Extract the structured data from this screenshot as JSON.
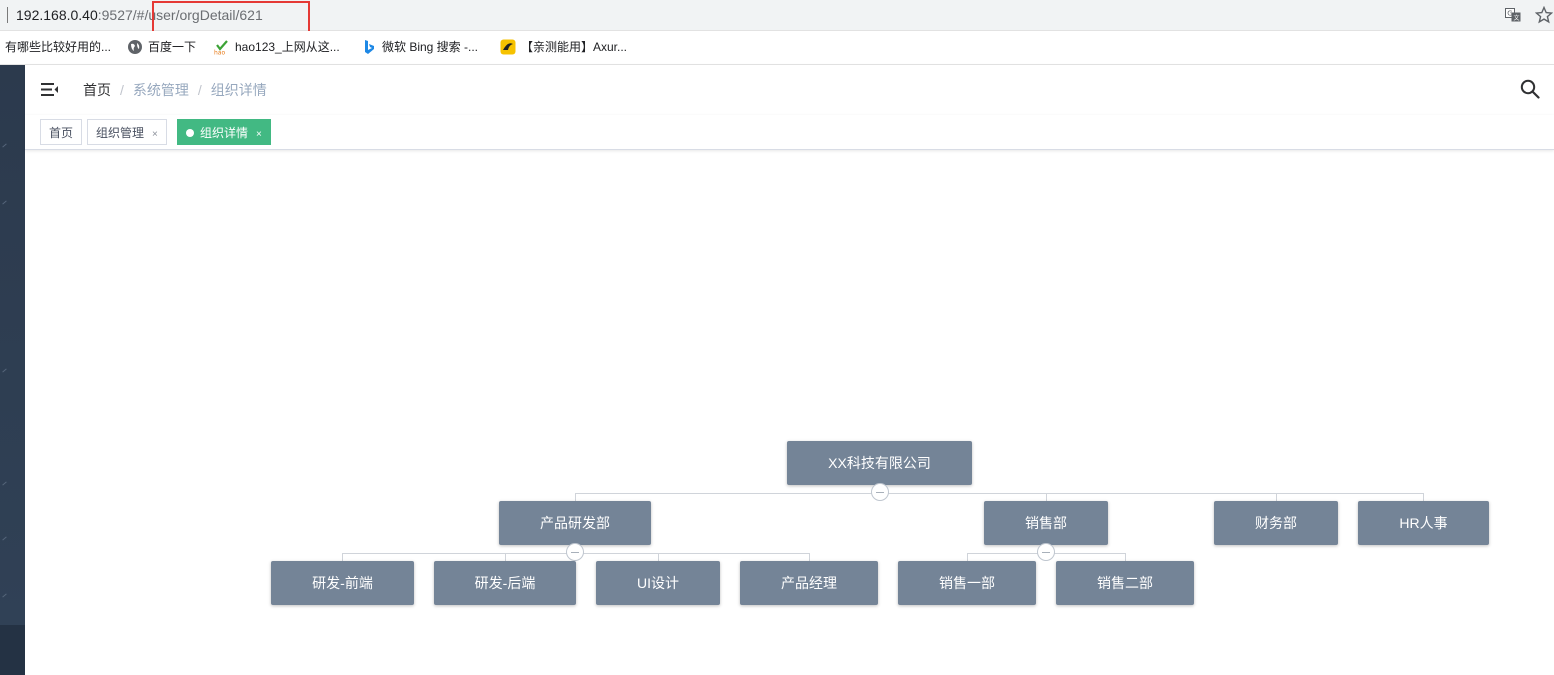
{
  "browser": {
    "url_host": "192.168.0.40",
    "url_rest": ":9527/#/user/orgDetail/621",
    "bookmarks": [
      {
        "label": "有哪些比较好用的...",
        "icon": "none"
      },
      {
        "label": "百度一下",
        "icon": "globe-icon"
      },
      {
        "label": "hao123_上网从这...",
        "icon": "hao123-icon"
      },
      {
        "label": "微软 Bing 搜索 -...",
        "icon": "bing-icon"
      },
      {
        "label": "【亲测能用】Axur...",
        "icon": "axure-icon"
      }
    ]
  },
  "navbar": {
    "breadcrumb": [
      "首页",
      "系统管理",
      "组织详情"
    ]
  },
  "tags": [
    {
      "label": "首页",
      "active": false,
      "closable": false
    },
    {
      "label": "组织管理",
      "active": false,
      "closable": true
    },
    {
      "label": "组织详情",
      "active": true,
      "closable": true
    }
  ],
  "tag_close_symbol": "×",
  "colors": {
    "node_bg": "#748497",
    "tag_active": "#42b983",
    "sidebar": "#304156",
    "url_highlight": "#e53935"
  },
  "org_tree": {
    "root": "XX科技有限公司",
    "departments": [
      {
        "name": "产品研发部",
        "children": [
          "研发-前端",
          "研发-后端",
          "UI设计",
          "产品经理"
        ]
      },
      {
        "name": "销售部",
        "children": [
          "销售一部",
          "销售二部"
        ]
      },
      {
        "name": "财务部",
        "children": []
      },
      {
        "name": "HR人事",
        "children": []
      }
    ]
  }
}
